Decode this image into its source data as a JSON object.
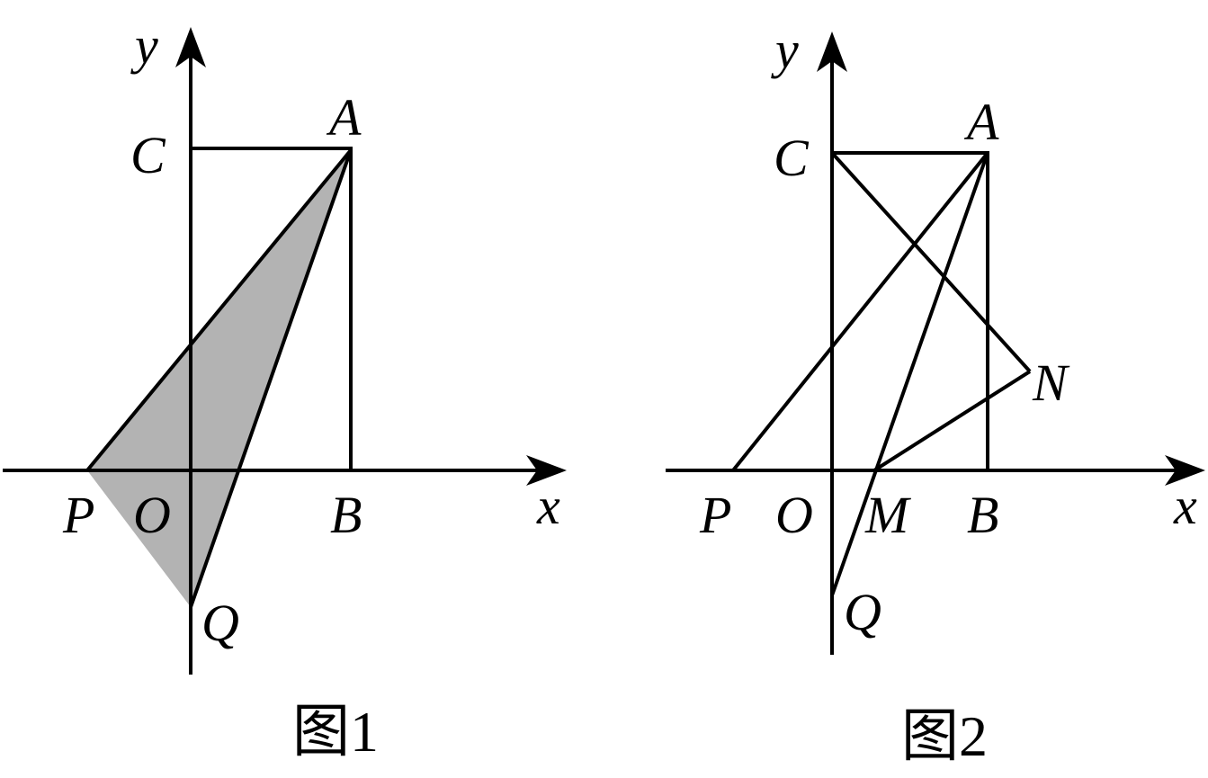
{
  "figure1": {
    "caption": "图1",
    "labels": {
      "y": "y",
      "x": "x",
      "C": "C",
      "A": "A",
      "P": "P",
      "O": "O",
      "B": "B",
      "Q": "Q"
    },
    "shaded_region": "triangle APQ",
    "shade_color": "#b3b3b3"
  },
  "figure2": {
    "caption": "图2",
    "labels": {
      "y": "y",
      "x": "x",
      "C": "C",
      "A": "A",
      "N": "N",
      "P": "P",
      "O": "O",
      "M": "M",
      "B": "B",
      "Q": "Q"
    }
  },
  "colors": {
    "stroke": "#000000",
    "background": "#ffffff"
  }
}
